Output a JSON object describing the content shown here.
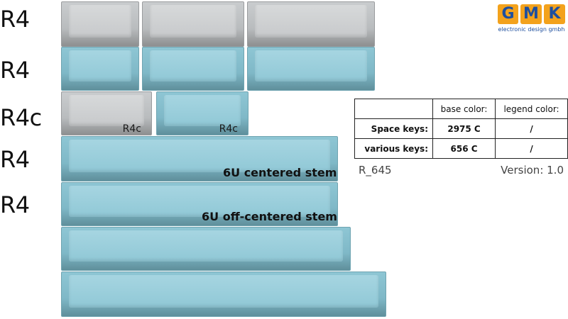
{
  "row_labels": [
    "R4",
    "R4",
    "R4c",
    "R4",
    "R4"
  ],
  "key_legends": {
    "r4c_grey": "R4c",
    "r4c_blue": "R4c"
  },
  "captions": {
    "centered": "6U centered stem",
    "off_centered": "6U off-centered stem"
  },
  "color_table": {
    "headers": [
      "",
      "base color:",
      "legend color:"
    ],
    "rows": [
      {
        "label": "Space keys:",
        "base": "2975 C",
        "legend": "/"
      },
      {
        "label": "various keys:",
        "base": "656 C",
        "legend": "/"
      }
    ]
  },
  "footer": {
    "code": "R_645",
    "version": "Version: 1.0"
  },
  "logo": {
    "letters": [
      "G",
      "M",
      "K"
    ],
    "subtitle": "electronic design gmbh"
  },
  "colors": {
    "grey_key": "#c7c9cb",
    "blue_key": "#90c8d6",
    "logo_orange": "#f3a21c",
    "logo_blue": "#1e4f9e"
  }
}
